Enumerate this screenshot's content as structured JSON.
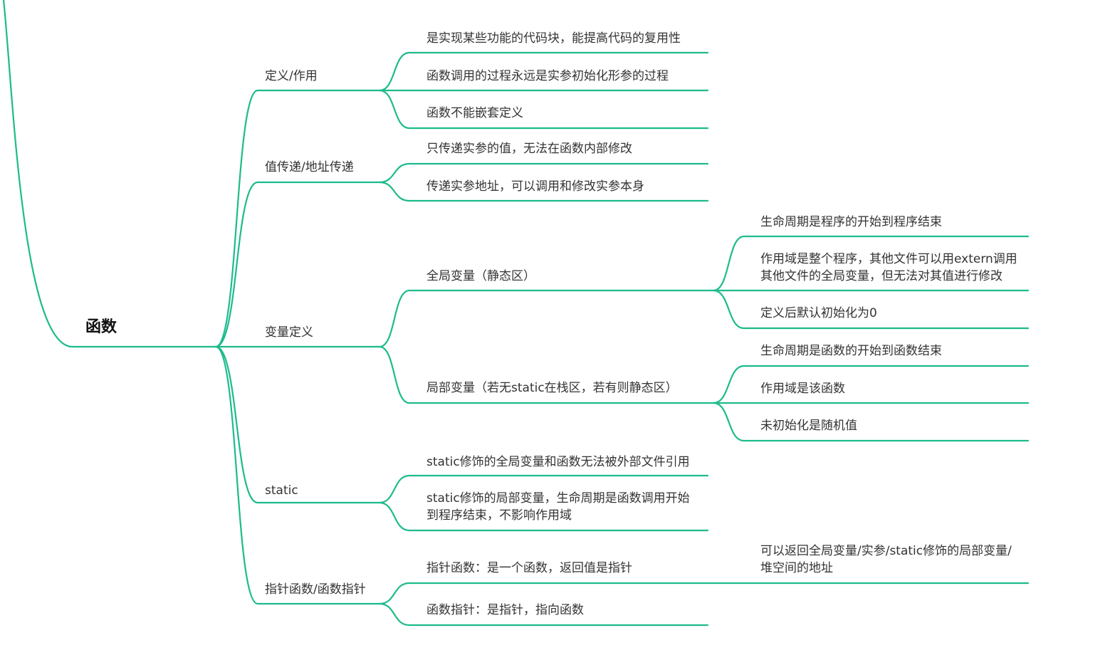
{
  "root": "函数",
  "branches": [
    {
      "label": "定义/作用",
      "children": [
        {
          "label": "是实现某些功能的代码块，能提高代码的复用性"
        },
        {
          "label": "函数调用的过程永远是实参初始化形参的过程"
        },
        {
          "label": "函数不能嵌套定义"
        }
      ]
    },
    {
      "label": "值传递/地址传递",
      "children": [
        {
          "label": "只传递实参的值，无法在函数内部修改"
        },
        {
          "label": "传递实参地址，可以调用和修改实参本身"
        }
      ]
    },
    {
      "label": "变量定义",
      "children": [
        {
          "label": "全局变量（静态区）",
          "children": [
            {
              "label": "生命周期是程序的开始到程序结束"
            },
            {
              "label": [
                "作用域是整个程序，其他文件可以用extern调用",
                "其他文件的全局变量，但无法对其值进行修改"
              ]
            },
            {
              "label": "定义后默认初始化为0"
            }
          ]
        },
        {
          "label": "局部变量（若无static在栈区，若有则静态区）",
          "children": [
            {
              "label": "生命周期是函数的开始到函数结束"
            },
            {
              "label": "作用域是该函数"
            },
            {
              "label": "未初始化是随机值"
            }
          ]
        }
      ]
    },
    {
      "label": "static",
      "children": [
        {
          "label": "static修饰的全局变量和函数无法被外部文件引用"
        },
        {
          "label": [
            "static修饰的局部变量，生命周期是函数调用开始",
            "到程序结束，不影响作用域"
          ]
        }
      ]
    },
    {
      "label": "指针函数/函数指针",
      "children": [
        {
          "label": "指针函数：是一个函数，返回值是指针",
          "children": [
            {
              "label": [
                "可以返回全局变量/实参/static修饰的局部变量/",
                "堆空间的地址"
              ]
            }
          ]
        },
        {
          "label": "函数指针：是指针，指向函数"
        }
      ]
    }
  ],
  "colors": {
    "line": "#1dbb8c",
    "text": "#333333",
    "root_text": "#111111"
  }
}
